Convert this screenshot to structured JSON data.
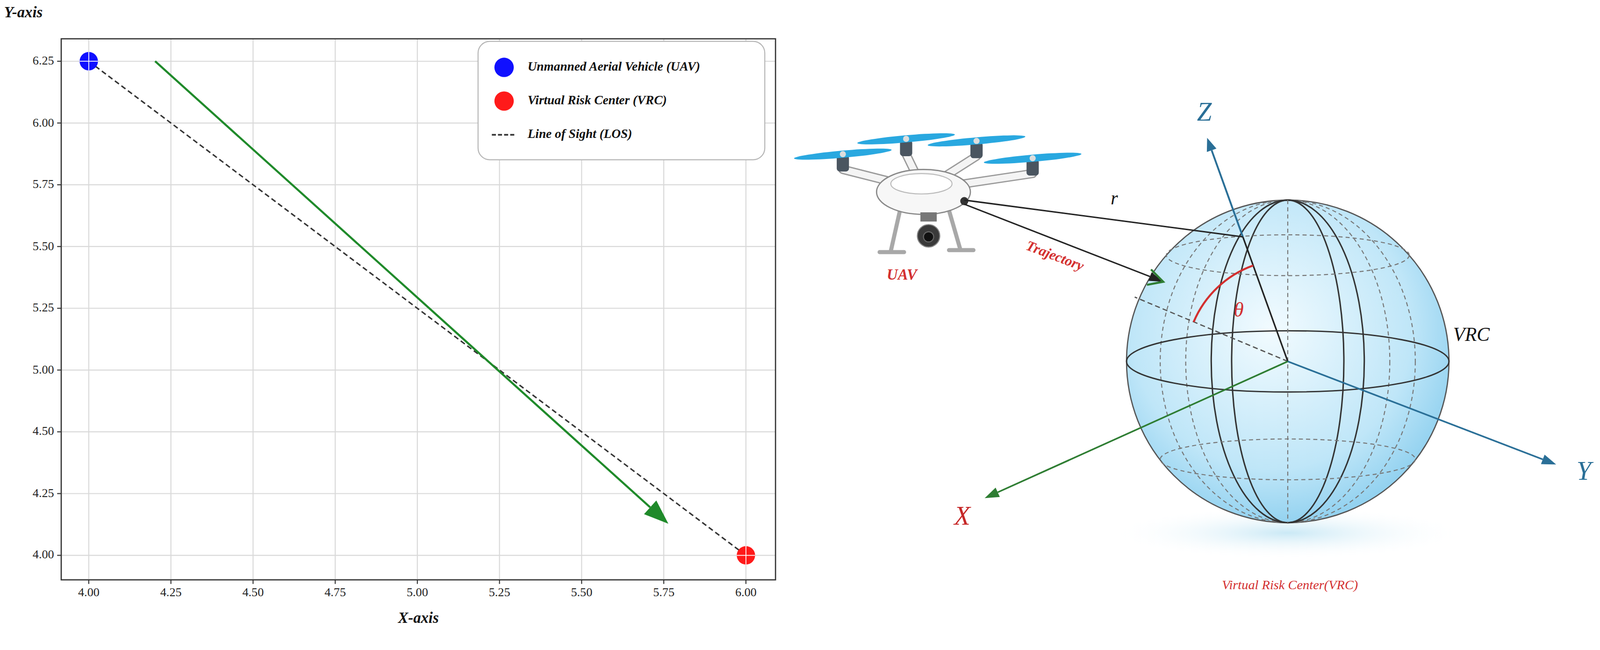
{
  "diagram": {
    "labels": [
      "Y-axis",
      "6.25",
      "6.00",
      "5.75",
      "5.50",
      "5.25",
      "5.00",
      "4.50",
      "4.25",
      "4.00",
      "4.00",
      "4.25",
      "4.50",
      "4.75",
      "5.00",
      "5.25",
      "5.50",
      "5.75",
      "6.00",
      "X-axis",
      "Z",
      "r",
      "Trajectory",
      "θ",
      "UAV",
      "VRC",
      "Y",
      "X",
      "Virtual Risk Center(VRC)"
    ],
    "legend": [
      {
        "text": "Unmanned Aerial Vehicle (UAV)",
        "color": "#1010ff"
      },
      {
        "text": "Virtual Risk Center (VRC)",
        "color": "#ff1a1a"
      },
      {
        "text": "Line of Sight (LOS)"
      }
    ]
  }
}
